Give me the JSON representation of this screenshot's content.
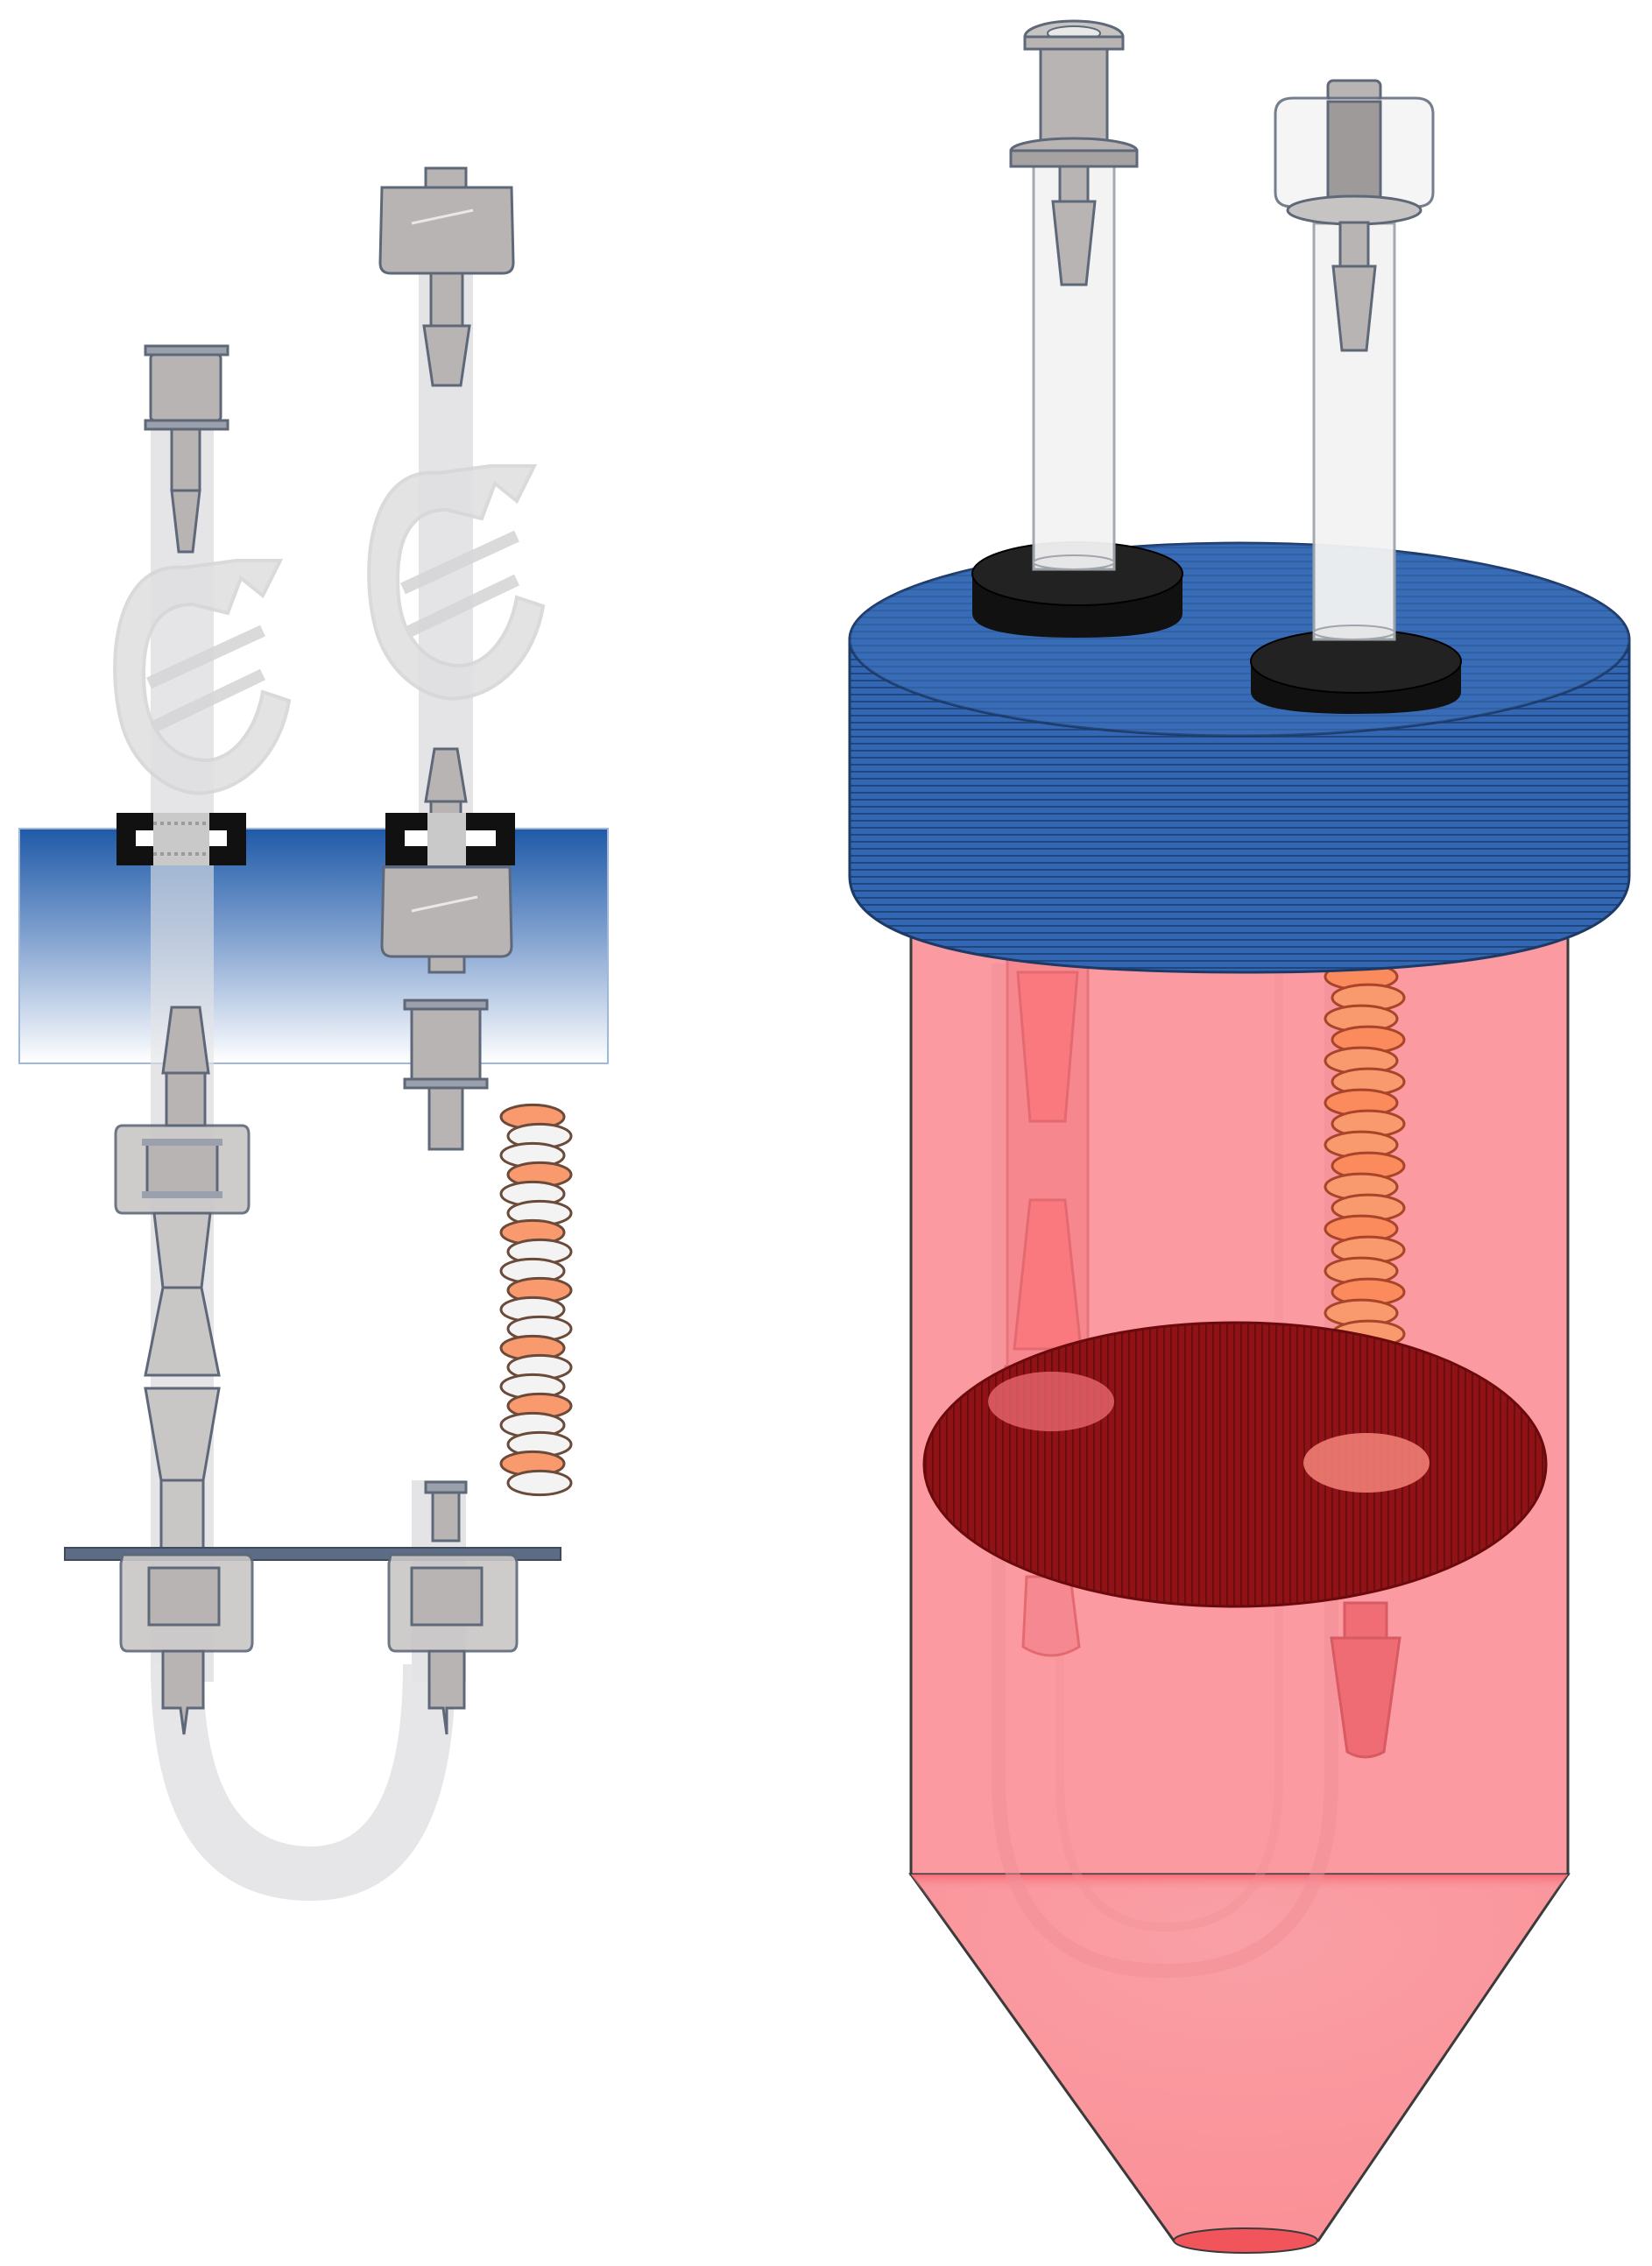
{
  "figure": {
    "panels": [
      {
        "id": "exploded-assembly",
        "kind": "exploded view of tubing assembly"
      },
      {
        "id": "assembled-bioreactor",
        "kind": "assembled conical tube reactor with cap"
      }
    ],
    "colors": {
      "tube_gray": "#e3e3e5",
      "fitting_gray": "#b8b3b3",
      "fitting_stroke": "#6e7686",
      "cap_blue": "#2f64b1",
      "cap_stripe": "#1f467f",
      "septum_black": "#111111",
      "medium_red": "#fb7b83",
      "disc_darkred": "#8c1114",
      "scaffold_orange": "#f89a6d",
      "scaffold_white": "#f3f3f3",
      "collar_blue": "#1e5aa8"
    },
    "icons": [
      "luer-lock-fitting-icon",
      "barbed-connector-icon",
      "pinch-clamp-icon",
      "septum-icon",
      "scaffold-coil-icon"
    ]
  }
}
